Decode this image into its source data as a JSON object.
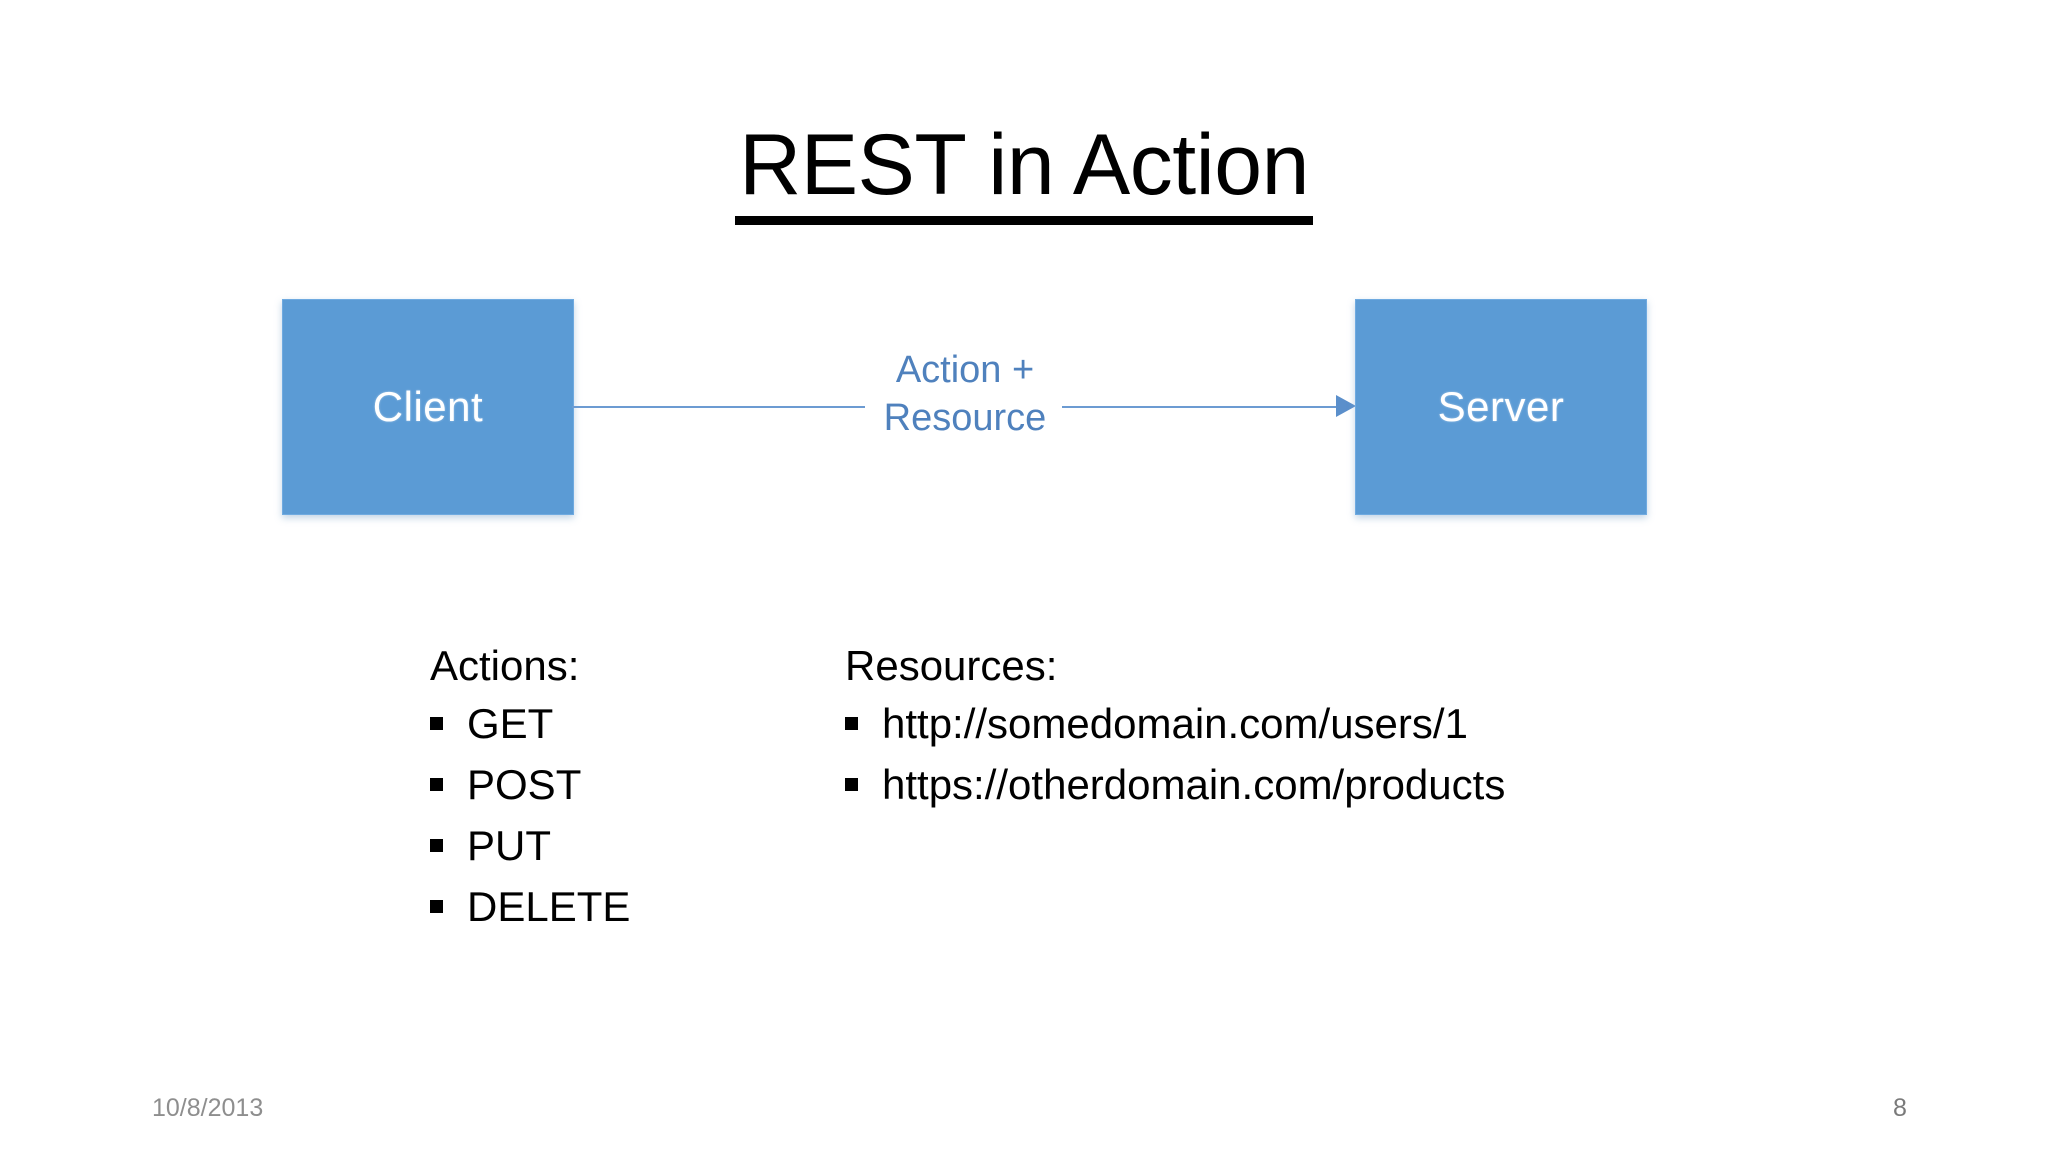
{
  "slide": {
    "title": "REST in Action",
    "background_color": "#FFFFFF"
  },
  "diagram": {
    "type": "client-server-request-flow",
    "accent_color": "#5B9BD5",
    "label_color": "#4F81BD",
    "client_node": "Client",
    "server_node": "Server",
    "connector": {
      "label_line1": "Action +",
      "label_line2": "Resource",
      "direction": "client-to-server"
    }
  },
  "columns": [
    {
      "heading": "Actions:",
      "items": [
        "GET",
        "POST",
        "PUT",
        "DELETE"
      ]
    },
    {
      "heading": "Resources:",
      "items": [
        "http://somedomain.com/users/1",
        "https://otherdomain.com/products"
      ]
    }
  ],
  "footer": {
    "date": "10/8/2013",
    "page_number": "8"
  }
}
